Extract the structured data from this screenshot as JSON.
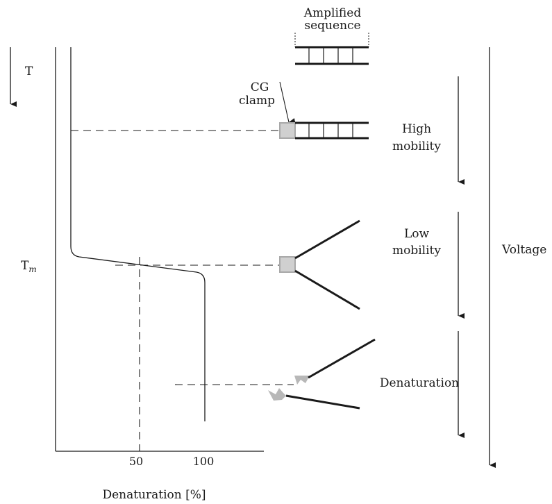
{
  "labels": {
    "amplified_line1": "Amplified",
    "amplified_line2": "sequence",
    "cg_line1": "CG",
    "cg_line2": "clamp",
    "high_line1": "High",
    "high_line2": "mobility",
    "low_line1": "Low",
    "low_line2": "mobility",
    "denaturation": "Denaturation",
    "voltage": "Voltage",
    "temp_axis": "T",
    "melting_temp": "T",
    "melting_temp_sub": "m"
  },
  "axis": {
    "x_label": "Denaturation [%]",
    "x_ticks": [
      "50",
      "100"
    ]
  },
  "colors": {
    "ink": "#1a1a1a",
    "clamp_fill": "#d0d0d0",
    "clamp_edge": "#a8a8a8",
    "clamp_fragment": "#b8b8b8"
  }
}
